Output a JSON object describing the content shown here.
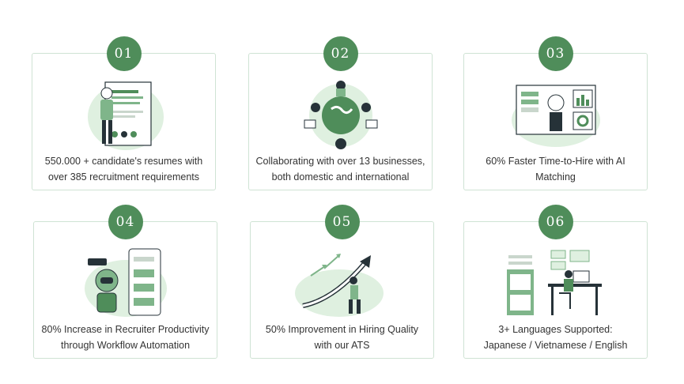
{
  "cards": [
    {
      "number": "01",
      "line1": "550.000 + candidate's resumes with",
      "line2": "over 385 recruitment requirements",
      "illustration": "resume-icon"
    },
    {
      "number": "02",
      "line1": "Collaborating with over 13 businesses,",
      "line2": "both domestic and international",
      "illustration": "collaboration-icon"
    },
    {
      "number": "03",
      "line1": "60% Faster Time-to-Hire with AI",
      "line2": "Matching",
      "illustration": "ai-robot-icon"
    },
    {
      "number": "04",
      "line1": "80% Increase in Recruiter Productivity",
      "line2": "through Workflow Automation",
      "illustration": "chatbot-icon"
    },
    {
      "number": "05",
      "line1": "50% Improvement in Hiring Quality",
      "line2": "with our ATS",
      "illustration": "growth-arrow-icon"
    },
    {
      "number": "06",
      "line1": "3+ Languages Supported:",
      "line2": "Japanese / Vietnamese / English",
      "illustration": "workspace-icon"
    }
  ],
  "colors": {
    "accent": "#4f8d5a",
    "light": "#dff0e0",
    "border": "#cfe3d4",
    "dark": "#263238"
  }
}
